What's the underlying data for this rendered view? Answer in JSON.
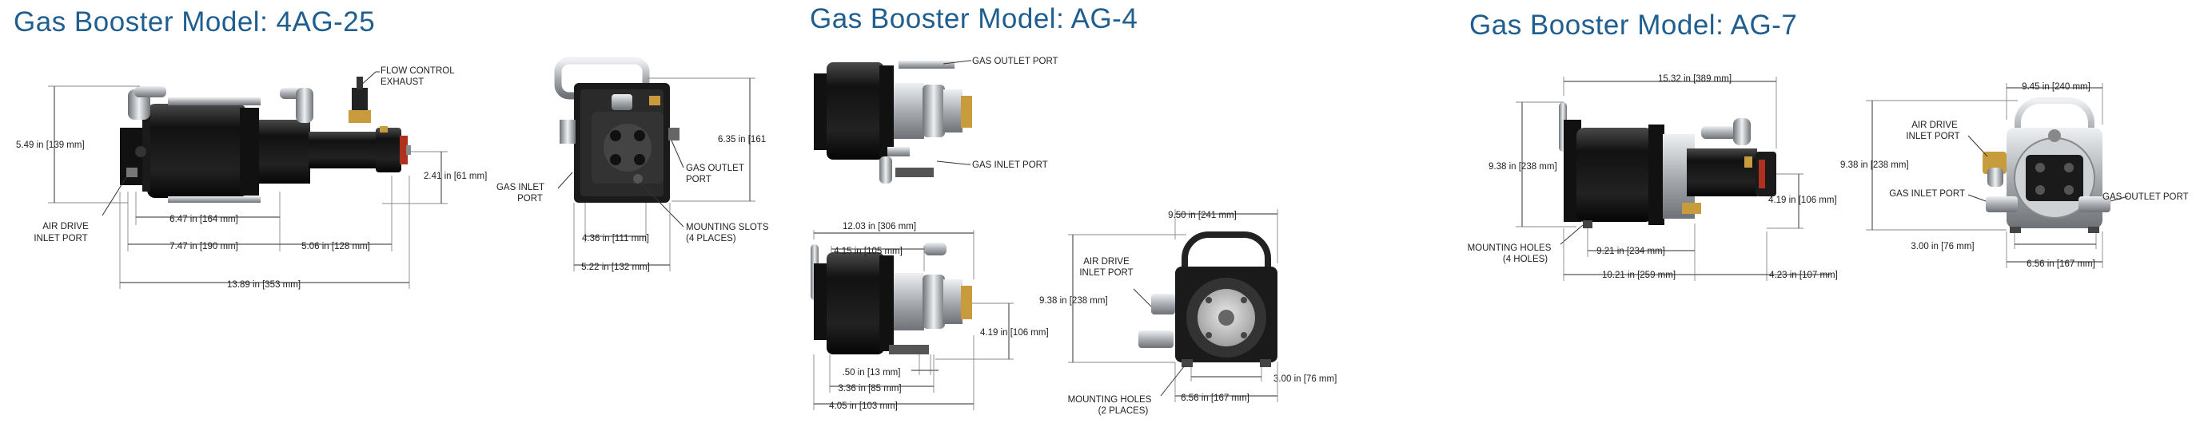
{
  "sections": [
    {
      "title": "Gas Booster Model: 4AG-25"
    },
    {
      "title": "Gas Booster Model: AG-4"
    },
    {
      "title": "Gas Booster Model: AG-7"
    }
  ],
  "ag25": {
    "flow_control_1": "FLOW CONTROL",
    "flow_control_2": "EXHAUST",
    "height": "5.49 in [139 mm]",
    "side_height": "2.41 in [61 mm]",
    "air_drive_1": "AIR DRIVE",
    "air_drive_2": "INLET PORT",
    "dim_647": "6.47 in [164 mm]",
    "dim_747": "7.47 in [190 mm]",
    "dim_506": "5.06 in [128 mm]",
    "dim_1389": "13.89 in [353 mm]",
    "end_height": "6.35 in [161",
    "gas_inlet_1": "GAS INLET",
    "gas_inlet_2": "PORT",
    "gas_outlet_1": "GAS OUTLET",
    "gas_outlet_2": "PORT",
    "mount_1": "MOUNTING SLOTS",
    "mount_2": "(4 PLACES)",
    "dim_436": "4.36 in [111 mm]",
    "dim_522": "5.22 in [132 mm]"
  },
  "ag4": {
    "gas_outlet": "GAS OUTLET PORT",
    "gas_inlet": "GAS INLET PORT",
    "dim_1203": "12.03 in [306 mm]",
    "dim_415": "4.15 in [105 mm]",
    "dim_419": "4.19 in [106 mm]",
    "dim_50": ".50 in [13 mm]",
    "dim_336": "3.36 in [85 mm]",
    "dim_405": "4.05 in [103 mm]",
    "dim_950": "9.50 in [241 mm]",
    "air_drive_1": "AIR DRIVE",
    "air_drive_2": "INLET PORT",
    "dim_938": "9.38 in [238 mm]",
    "dim_300": "3.00 in [76 mm]",
    "dim_656": "6.56 in [167 mm]",
    "mount_1": "MOUNTING HOLES",
    "mount_2": "(2 PLACES)"
  },
  "ag7": {
    "dim_1532": "15.32 in [389 mm]",
    "dim_938": "9.38 in [238 mm]",
    "dim_419": "4.19 in [106 mm]",
    "mount_1": "MOUNTING HOLES",
    "mount_2": "(4 HOLES)",
    "dim_921": "9.21 in [234 mm]",
    "dim_1021": "10.21 in [259 mm]",
    "dim_423": "4.23 in [107 mm]",
    "dim_945": "9.45 in [240 mm]",
    "air_drive_1": "AIR DRIVE",
    "air_drive_2": "INLET PORT",
    "dim_938b": "9.38 in [238 mm]",
    "gas_inlet": "GAS INLET PORT",
    "gas_outlet": "GAS OUTLET PORT",
    "dim_300": "3.00 in [76 mm]",
    "dim_656": "6.56 in [167 mm]"
  },
  "colors": {
    "title": "#1f5e8f",
    "body_dark": "#1c1c1c",
    "steel": "#b9bcc0",
    "brass": "#c89b3c",
    "red_accent": "#b03020"
  }
}
